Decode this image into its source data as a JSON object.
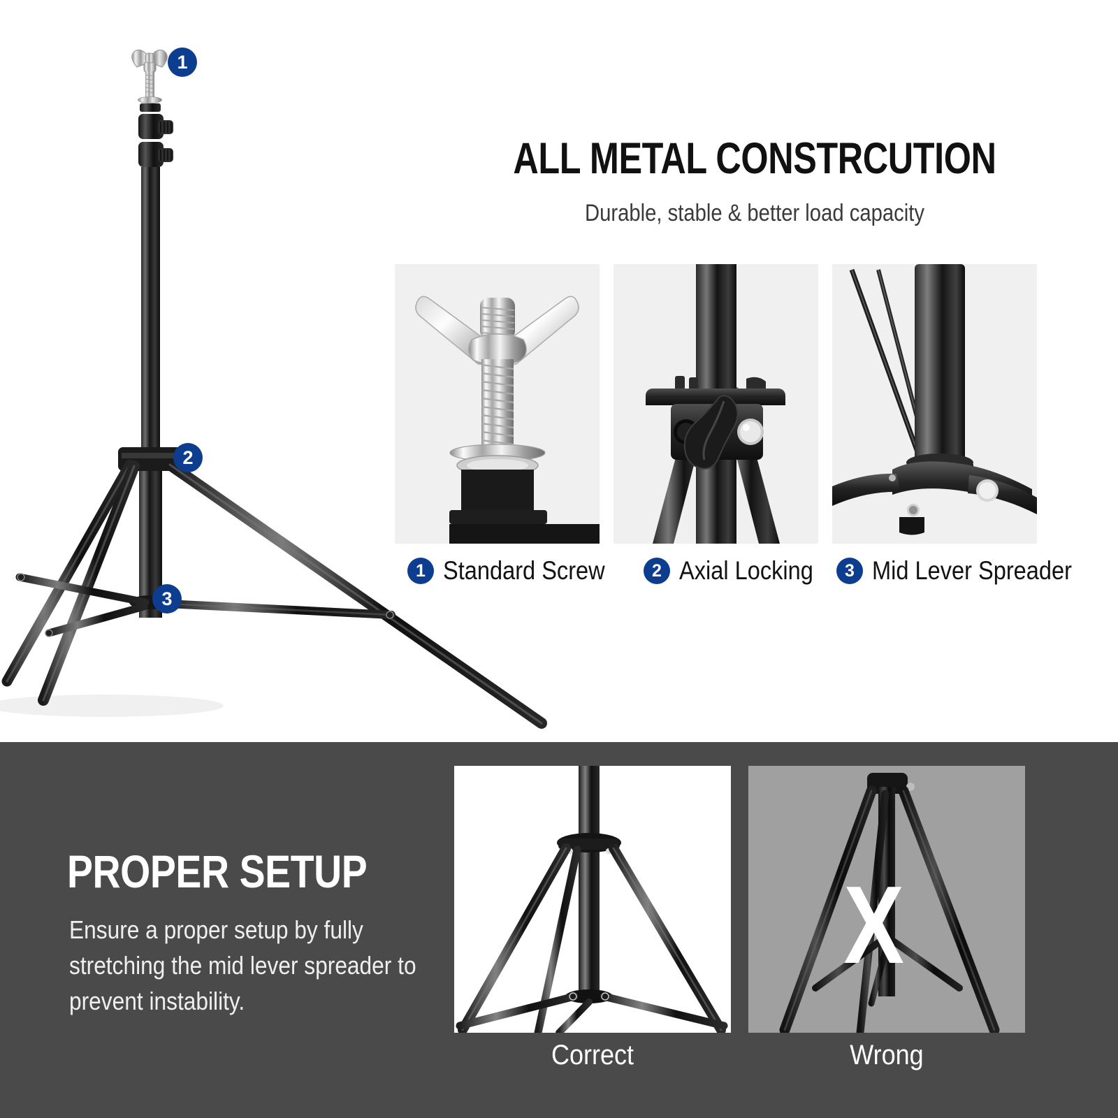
{
  "colors": {
    "badge_blue": "#0d3d8f",
    "dark_panel": "#4a4a4a",
    "panel_bg": "#f0f0f0",
    "wrong_bg": "#a0a0a0",
    "text_dark": "#111111",
    "text_light": "#ffffff"
  },
  "top": {
    "headline": "ALL METAL CONSTRCUTION",
    "subhead": "Durable, stable & better load capacity",
    "hero_alt": "black aluminum tripod light stand with wing nut screw, axial locking hub and mid lever spreader",
    "callouts": [
      {
        "number": "1",
        "target": "standard-screw"
      },
      {
        "number": "2",
        "target": "axial-locking"
      },
      {
        "number": "3",
        "target": "mid-lever-spreader"
      }
    ],
    "features": [
      {
        "number": "1",
        "label": "Standard Screw",
        "photo_alt": "chrome wing nut screw close-up"
      },
      {
        "number": "2",
        "label": "Axial Locking",
        "photo_alt": "black axial locking hub with lever"
      },
      {
        "number": "3",
        "label": "Mid Lever Spreader",
        "photo_alt": "mid lever spreader joint close-up"
      }
    ]
  },
  "bottom": {
    "title": "PROPER SETUP",
    "body": "Ensure a proper setup by fully stretching the mid lever spreader to prevent instability.",
    "comparisons": [
      {
        "label": "Correct",
        "mark": "",
        "photo_alt": "tripod with mid lever spreader fully stretched"
      },
      {
        "label": "Wrong",
        "mark": "X",
        "photo_alt": "tripod with mid lever spreader not stretched"
      }
    ]
  }
}
